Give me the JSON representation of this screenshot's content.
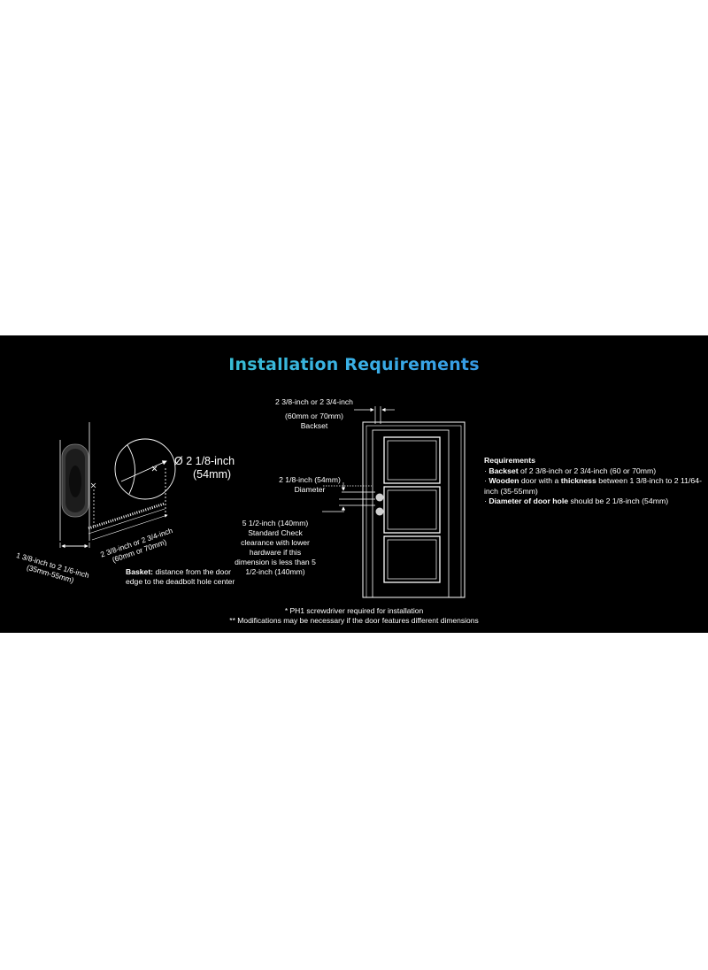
{
  "title": "Installation Requirements",
  "lock_diagram": {
    "hole_diameter": "Ø 2 1/8-inch",
    "hole_diameter_mm": "(54mm)",
    "thickness": "1 3/8-inch to 2 1/6-inch",
    "thickness_mm": "(35mm-55mm)",
    "backset": "2 3/8-inch or 2 3/4-inch",
    "backset_mm": "(60mm or 70mm)",
    "backset_def_term": "Basket:",
    "backset_def_text": " distance from the door edge to the deadbolt hole center"
  },
  "door_diagram": {
    "backset_top": "2 3/8-inch or 2 3/4-inch",
    "backset_top_mm": "(60mm or 70mm)",
    "backset_top_word": "Backset",
    "diameter_value": "2 1/8-inch (54mm)",
    "diameter_word": "Diameter",
    "standard_text": "5 1/2-inch (140mm) Standard Check clearance with lower hardware if this dimension is less than 5 1/2-inch (140mm)"
  },
  "requirements": {
    "heading": "Requirements",
    "items": [
      {
        "bullet": "· ",
        "bold": "Backset",
        "text": " of 2 3/8-inch or 2 3/4-inch (60 or 70mm)"
      },
      {
        "bullet": "· ",
        "bold": "Wooden",
        "text": " door with a ",
        "bold2": "thickness",
        "text2": " between 1 3/8-inch to 2 11/64-inch (35-55mm)"
      },
      {
        "bullet": "· ",
        "bold": "Diameter of door hole",
        "text": " should be 2 1/8-inch (54mm)"
      }
    ]
  },
  "notes": [
    "* PH1 screwdriver required for installation",
    "** Modifications may be necessary if the door features different dimensions"
  ],
  "colors": {
    "background": "#000000",
    "page": "#ffffff",
    "title_gradient_start": "#34d3b0",
    "title_gradient_end": "#2f6fe0",
    "line": "#ffffff"
  }
}
